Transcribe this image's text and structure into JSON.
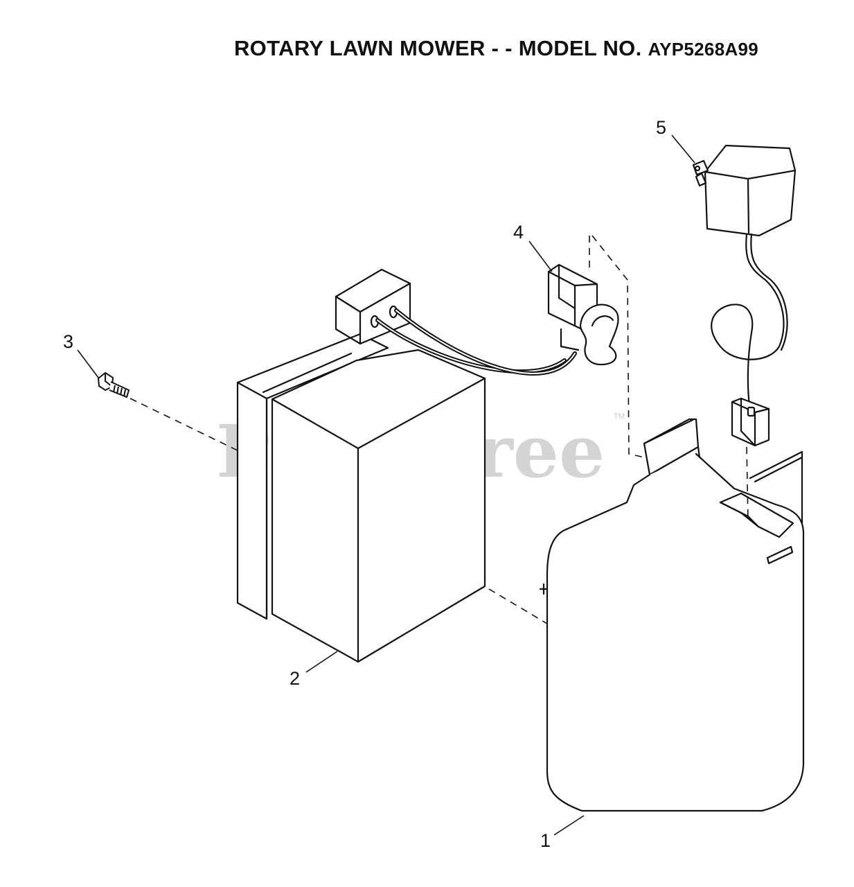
{
  "title": {
    "main": "ROTARY LAWN MOWER - - MODEL NO.",
    "model": "AYP5268A99"
  },
  "watermark": {
    "text": "PartsTree",
    "trademark": "TM"
  },
  "callouts": [
    {
      "id": "part-1",
      "number": "1"
    },
    {
      "id": "part-2",
      "number": "2"
    },
    {
      "id": "part-3",
      "number": "3"
    },
    {
      "id": "part-4",
      "number": "4"
    },
    {
      "id": "part-5",
      "number": "5"
    }
  ],
  "colors": {
    "ink": "#111111",
    "watermark": "#d4d4d4",
    "background": "#ffffff"
  }
}
